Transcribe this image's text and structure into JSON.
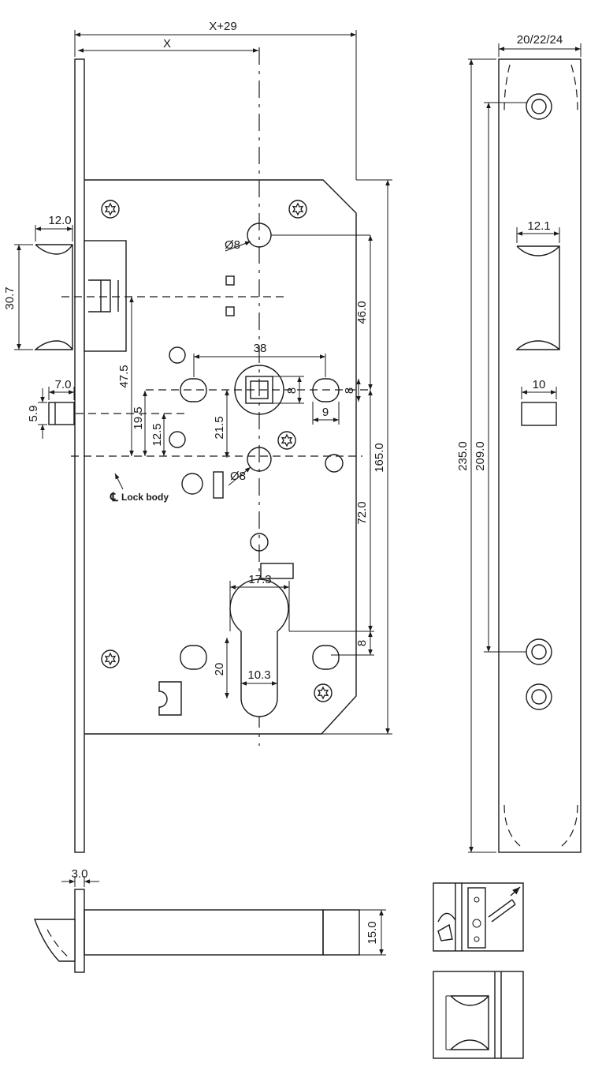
{
  "dimensions": {
    "x_plus_29": "X+29",
    "x": "X",
    "d12_0": "12.0",
    "d30_7": "30.7",
    "d7_0": "7.0",
    "d5_9": "5.9",
    "d47_5": "47.5",
    "d19_5": "19.5",
    "d12_5": "12.5",
    "d21_5": "21.5",
    "d38": "38",
    "d8_spindle": "8",
    "d9": "9",
    "d8_right": "8",
    "phi8_top": "Ø8",
    "phi8_mid": "Ø8",
    "d46_0": "46.0",
    "d72_0": "72.0",
    "d165_0": "165.0",
    "d17_3": "17.3",
    "d20": "20",
    "d10_3": "10.3",
    "d8_cyl": "8",
    "d20_22_24": "20/22/24",
    "d12_1": "12.1",
    "d10": "10",
    "d235_0": "235.0",
    "d209_0": "209.0",
    "d3_0": "3.0",
    "d15_0": "15.0"
  },
  "labels": {
    "lock_body": "Lock body",
    "centerline_symbol": "℄"
  },
  "colors": {
    "line": "#1a1a1a",
    "background": "#ffffff"
  }
}
